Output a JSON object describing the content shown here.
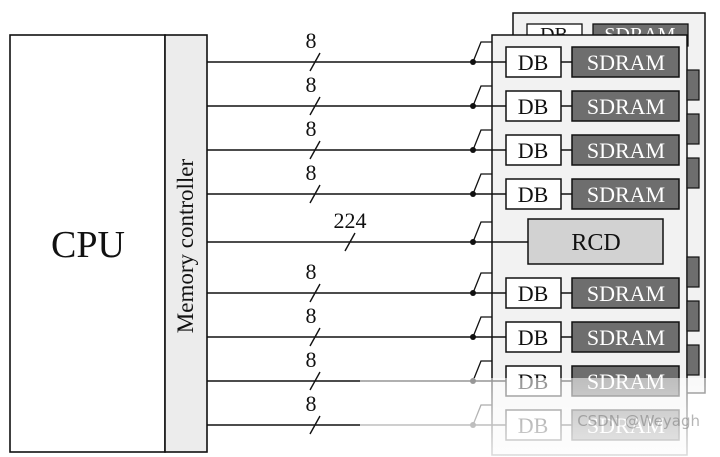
{
  "cpu_label": "CPU",
  "controller_label": "Memory controller",
  "rcd_label": "RCD",
  "db_label": "DB",
  "sdram_label": "SDRAM",
  "bus_widths": [
    "8",
    "8",
    "8",
    "8",
    "224",
    "8",
    "8",
    "8",
    "8"
  ],
  "watermark": "CSDN @Weyagh",
  "colors": {
    "sdram_fill": "#6e6e6e",
    "rcd_fill": "#d2d2d2",
    "module_fill": "#f2f2f2",
    "line": "#111111"
  }
}
